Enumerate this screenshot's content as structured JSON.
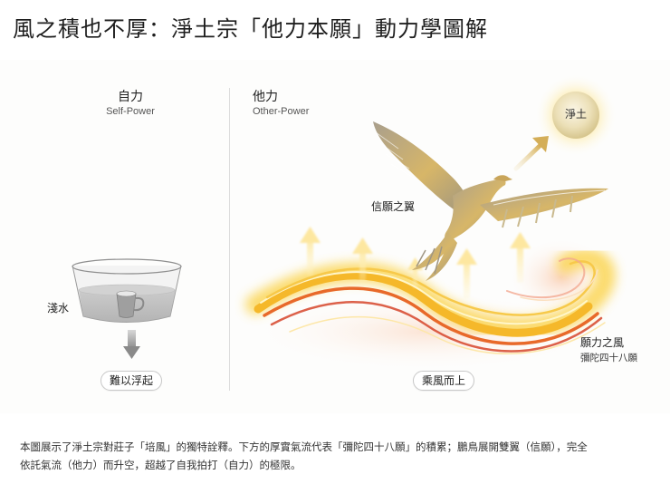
{
  "title": "風之積也不厚：淨土宗「他力本願」動力學圖解",
  "left_panel": {
    "heading_zh": "自力",
    "heading_en": "Self-Power",
    "water_label": "淺水",
    "result_pill": "難以浮起",
    "icons": [
      "bowl-icon",
      "cup-icon",
      "down-arrow-icon"
    ]
  },
  "right_panel": {
    "heading_zh": "他力",
    "heading_en": "Other-Power",
    "pure_land_label": "淨土",
    "wings_label": "信願之翼",
    "wind_label": "願力之風",
    "wind_sub_label": "彌陀四十八願",
    "result_pill": "乘風而上",
    "icons": [
      "sun-orb-icon",
      "eagle-icon",
      "up-right-arrow-icon",
      "wind-stream-icon",
      "up-arrow-icon"
    ]
  },
  "caption": {
    "line1": "本圖展示了淨土宗對莊子「培風」的獨特詮釋。下方的厚實氣流代表「彌陀四十八願」的積累；鵬鳥展開雙翼（信願），完全",
    "line2": "依託氣流（他力）而升空，超越了自我拍打（自力）的極限。"
  },
  "colors": {
    "wind_yellow": "#f7c42a",
    "wind_orange": "#e8692a",
    "wind_red": "#d6452a",
    "bird_gold": "#c9a860",
    "sun_cream": "#efe3bf",
    "water_gray": "#b5b5b5",
    "divider": "#dcdcdc"
  }
}
